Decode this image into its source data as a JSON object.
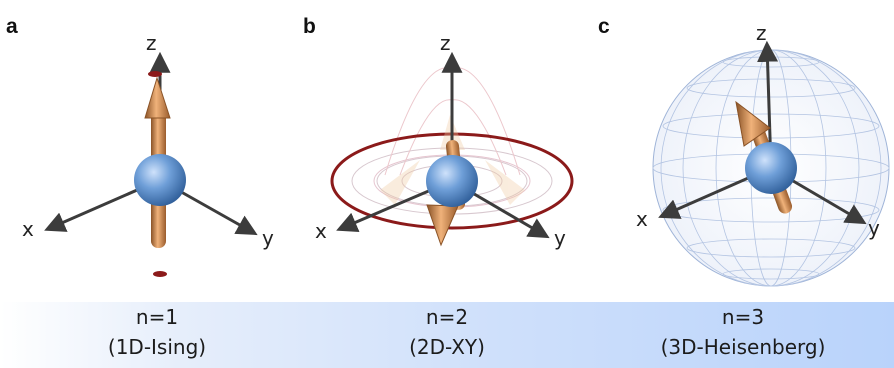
{
  "panels": [
    {
      "letter": "a",
      "axes": {
        "z": "z",
        "x": "x",
        "y": "y"
      },
      "caption": {
        "n": "n=1",
        "model": "(1D-Ising)"
      }
    },
    {
      "letter": "b",
      "axes": {
        "z": "z",
        "x": "x",
        "y": "y"
      },
      "caption": {
        "n": "n=2",
        "model": "(2D-XY)"
      }
    },
    {
      "letter": "c",
      "axes": {
        "z": "z",
        "x": "x",
        "y": "y"
      },
      "caption": {
        "n": "n=3",
        "model": "(3D-Heisenberg)"
      }
    }
  ],
  "colors": {
    "sphere": "#5b8fd0",
    "spin_arrow": "#c9874d",
    "axis": "#3c3c3c",
    "ring": "#8b1a1a",
    "unit_sphere_grid": "#9fb4d8",
    "caption_band": "#cfe0fb"
  }
}
